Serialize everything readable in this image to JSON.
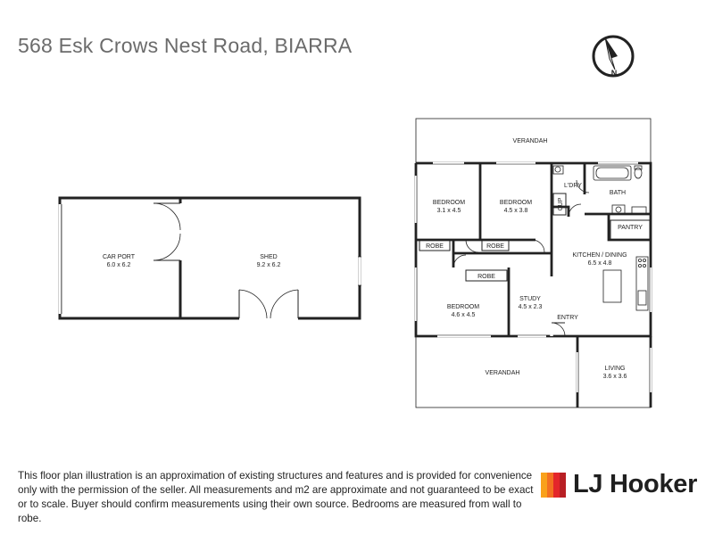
{
  "header": {
    "title": "568 Esk Crows Nest Road, BIARRA"
  },
  "compass": {
    "north_label": "N",
    "icon": "north-arrow-icon"
  },
  "outbuilding": {
    "carport": {
      "name": "CAR PORT",
      "size": "6.0 x 6.2"
    },
    "shed": {
      "name": "SHED",
      "size": "9.2 x 6.2"
    }
  },
  "house": {
    "verandah_top": "VERANDAH",
    "verandah_bottom": "VERANDAH",
    "bedroom1": {
      "name": "BEDROOM",
      "size": "3.1 x 4.5"
    },
    "bedroom2": {
      "name": "BEDROOM",
      "size": "4.5 x 3.8"
    },
    "bedroom3": {
      "name": "BEDROOM",
      "size": "4.6 x 4.5"
    },
    "robe1": "ROBE",
    "robe2": "ROBE",
    "robe3": "ROBE",
    "laundry": "L'DRY",
    "cupboard": "CUP",
    "bath": "BATH",
    "pantry": "PANTRY",
    "kitchen": {
      "name": "KITCHEN / DINING",
      "size": "6.5 x 4.8"
    },
    "study": {
      "name": "STUDY",
      "size": "4.5 x 2.3"
    },
    "entry": "ENTRY",
    "living": {
      "name": "LIVING",
      "size": "3.6 x 3.6"
    }
  },
  "footer": {
    "disclaimer": "This floor plan illustration is an approximation of existing structures and features and is provided for convenience only with the permission of the seller. All measurements and m2 are approximate and not guaranteed to be exact or to scale. Buyer should confirm measurements using their own source. Bedrooms are measured from wall to robe.",
    "brand": "LJ Hooker",
    "brand_colors": [
      "#f9a11b",
      "#f37021",
      "#e4262a",
      "#b81f24"
    ]
  }
}
